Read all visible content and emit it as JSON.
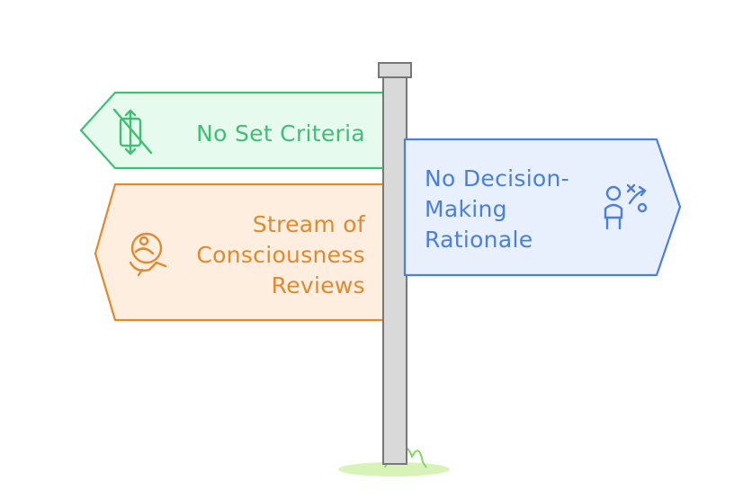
{
  "signs": {
    "left_top": {
      "label": "No Set Criteria",
      "icon": "no-ruler-icon",
      "color": "#3fbf74",
      "fill": "#e7faee"
    },
    "left_bottom": {
      "lines": [
        "Stream of",
        "Consciousness",
        "Reviews"
      ],
      "icon": "person-thought-icon",
      "color": "#e0892e",
      "fill": "#fdeee0"
    },
    "right": {
      "lines": [
        "No Decision-",
        "Making",
        "Rationale"
      ],
      "icon": "person-strategy-icon",
      "color": "#4a7fe0",
      "fill": "#e8effd"
    }
  },
  "post": {
    "color": "#d9d9d9",
    "outline": "#777777"
  },
  "ground": {
    "color": "#d8f3b8",
    "grass": "#7ed957"
  }
}
